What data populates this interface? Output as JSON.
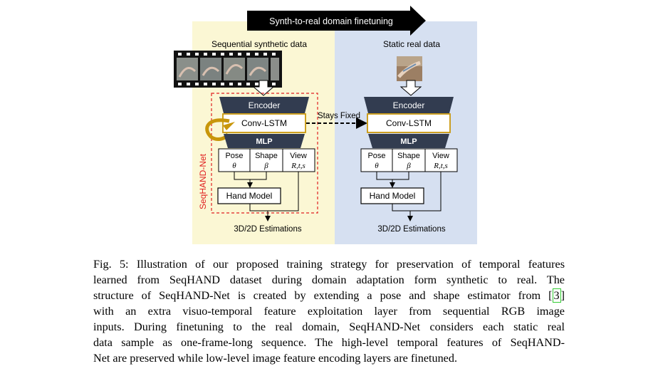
{
  "figure": {
    "banner": "Synth-to-real domain finetuning",
    "left": {
      "title": "Sequential synthetic data",
      "encoder": "Encoder",
      "convlstm": "Conv-LSTM",
      "mlp": "MLP",
      "pose": "Pose",
      "pose_sym": "θ",
      "shape": "Shape",
      "shape_sym": "β",
      "view": "View",
      "view_sym": "R,t,s",
      "hand_model": "Hand Model",
      "output": "3D/2D Estimations",
      "net_label": "SeqHAND-Net"
    },
    "stays_fixed": "Stays Fixed",
    "right": {
      "title": "Static real data",
      "encoder": "Encoder",
      "convlstm": "Conv-LSTM",
      "mlp": "MLP",
      "pose": "Pose",
      "pose_sym": "θ",
      "shape": "Shape",
      "shape_sym": "β",
      "view": "View",
      "view_sym": "R,t,s",
      "hand_model": "Hand Model",
      "output": "3D/2D Estimations"
    },
    "colors": {
      "left_bg": "#fbf7d4",
      "right_bg": "#d6e0f1",
      "encoder": "#323c50",
      "convlstm_border": "#c8960a",
      "red_dashed": "#e02020"
    }
  },
  "caption": {
    "line1": "Fig. 5: Illustration of our proposed training strategy for preservation of temporal features",
    "line2": "learned from SeqHAND dataset during domain adaptation form synthetic to real. The",
    "line3_pre": "structure of SeqHAND-Net is created by extending a pose and shape estimator from ",
    "line3_ref": "3",
    "line4": "with an extra visuo-temporal feature exploitation layer from sequential RGB image",
    "line5": "inputs. During finetuning to the real domain, SeqHAND-Net considers each static real",
    "line6": "data sample as one-frame-long sequence. The high-level temporal features of SeqHAND-",
    "line7": "Net are preserved while low-level image feature encoding layers are finetuned."
  }
}
